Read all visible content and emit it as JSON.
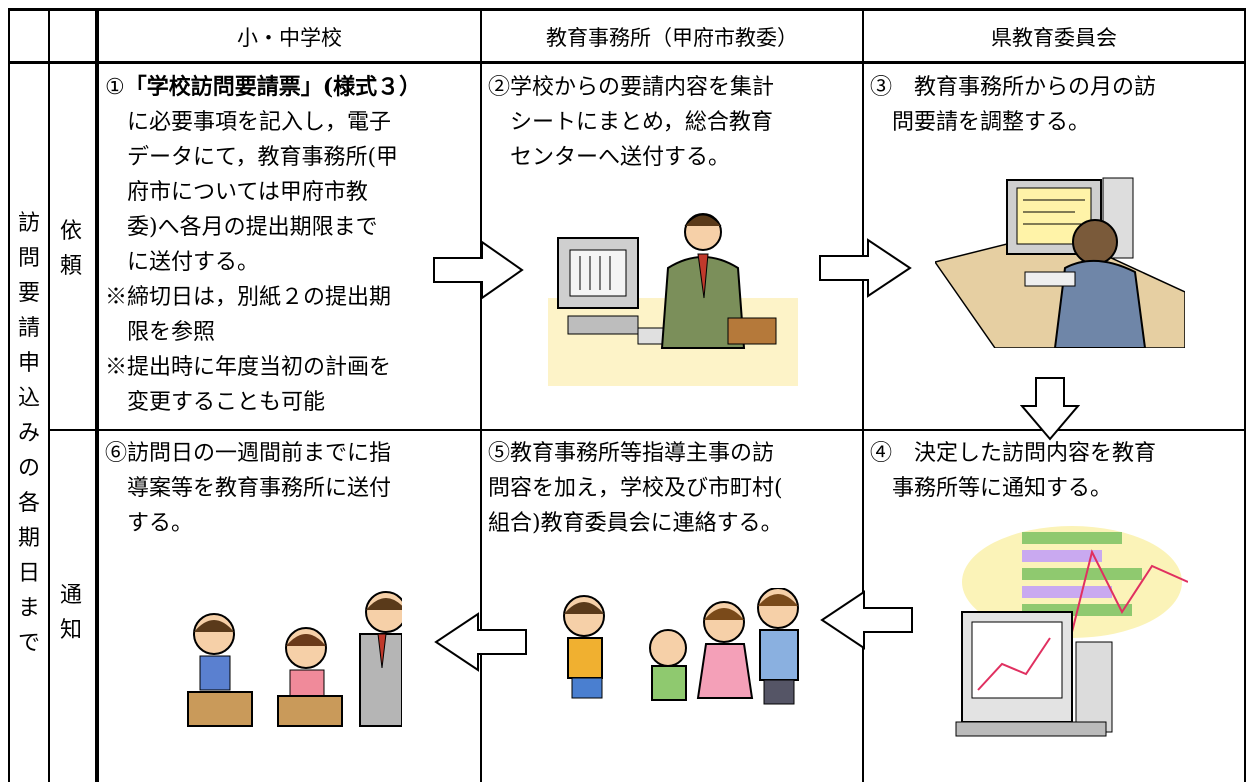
{
  "header": {
    "col1": "小・中学校",
    "col2": "教育事務所（甲府市教委）",
    "col3": "県教育委員会"
  },
  "side": {
    "outer": [
      "訪",
      "問",
      "要",
      "請",
      "申",
      "込",
      "み",
      "の",
      "各",
      "期",
      "日",
      "ま",
      "で"
    ],
    "upper": [
      "依",
      "頼"
    ],
    "lower": [
      "通",
      "知"
    ]
  },
  "steps": {
    "s1_num": "①",
    "s1_bold": "「学校訪問要請票」(様式３）",
    "s1_lines": [
      "に必要事項を記入し，電子",
      "データにて，教育事務所(甲",
      "府市については甲府市教",
      "委)へ各月の提出期限まで",
      "に送付する。"
    ],
    "s1_note1": [
      "※締切日は，別紙２の提出期",
      "限を参照"
    ],
    "s1_note2": [
      "※提出時に年度当初の計画を",
      "変更することも可能"
    ],
    "s2": [
      "②学校からの要請内容を集計",
      "シートにまとめ，総合教育",
      "センターへ送付する。"
    ],
    "s3": [
      "③　教育事務所からの月の訪",
      "問要請を調整する。"
    ],
    "s4": [
      "④　決定した訪問内容を教育",
      "事務所等に通知する。"
    ],
    "s5": [
      "⑤教育事務所等指導主事の訪",
      "問容を加え，学校及び市町村(",
      "組合)教育委員会に連絡する。"
    ],
    "s6": [
      "⑥訪問日の一週間前までに指",
      "導案等を教育事務所に送付",
      "する。"
    ]
  }
}
